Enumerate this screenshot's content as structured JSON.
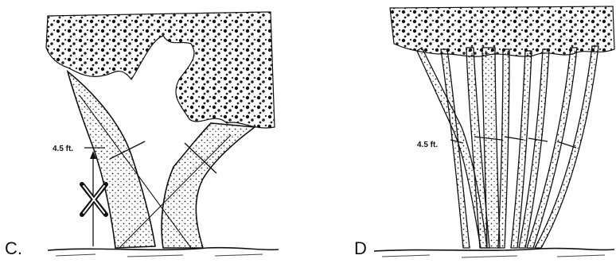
{
  "panels": [
    {
      "label": "C.",
      "measure_label": "4.5 ft."
    },
    {
      "label": "D",
      "measure_label": "4.5 ft."
    }
  ]
}
